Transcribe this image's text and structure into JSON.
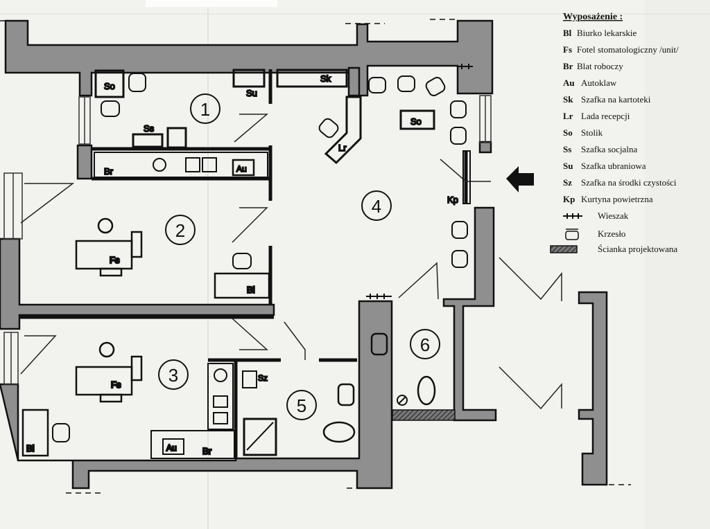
{
  "rooms": [
    "1",
    "2",
    "3",
    "4",
    "5",
    "6"
  ],
  "codes": {
    "so": "So",
    "su": "Su",
    "sk": "Sk",
    "ss": "Ss",
    "br": "Br",
    "au": "Au",
    "lr": "Lr",
    "fs": "Fs",
    "bl": "Bl",
    "kp": "Kp",
    "sz": "Sz"
  },
  "legend": {
    "title": "Wyposażenie :",
    "items": [
      {
        "code": "Bl",
        "desc": "Biurko lekarskie"
      },
      {
        "code": "Fs",
        "desc": "Fotel stomatologiczny /unit/"
      },
      {
        "code": "Br",
        "desc": "Blat roboczy"
      },
      {
        "code": "Au",
        "desc": "Autoklaw"
      },
      {
        "code": "Sk",
        "desc": "Szafka na kartoteki"
      },
      {
        "code": "Lr",
        "desc": "Lada recepcji"
      },
      {
        "code": "So",
        "desc": "Stolik"
      },
      {
        "code": "Ss",
        "desc": "Szafka socjalna"
      },
      {
        "code": "Su",
        "desc": "Szafka ubraniowa"
      },
      {
        "code": "Sz",
        "desc": "Szafka na środki czystości"
      },
      {
        "code": "Kp",
        "desc": "Kurtyna powietrzna"
      }
    ],
    "symbols": [
      {
        "icon": "coat-hanger-icon",
        "desc": "Wieszak"
      },
      {
        "icon": "chair-icon",
        "desc": "Krzesło"
      },
      {
        "icon": "hatched-wall-icon",
        "desc": "Ścianka projektowana"
      }
    ]
  }
}
